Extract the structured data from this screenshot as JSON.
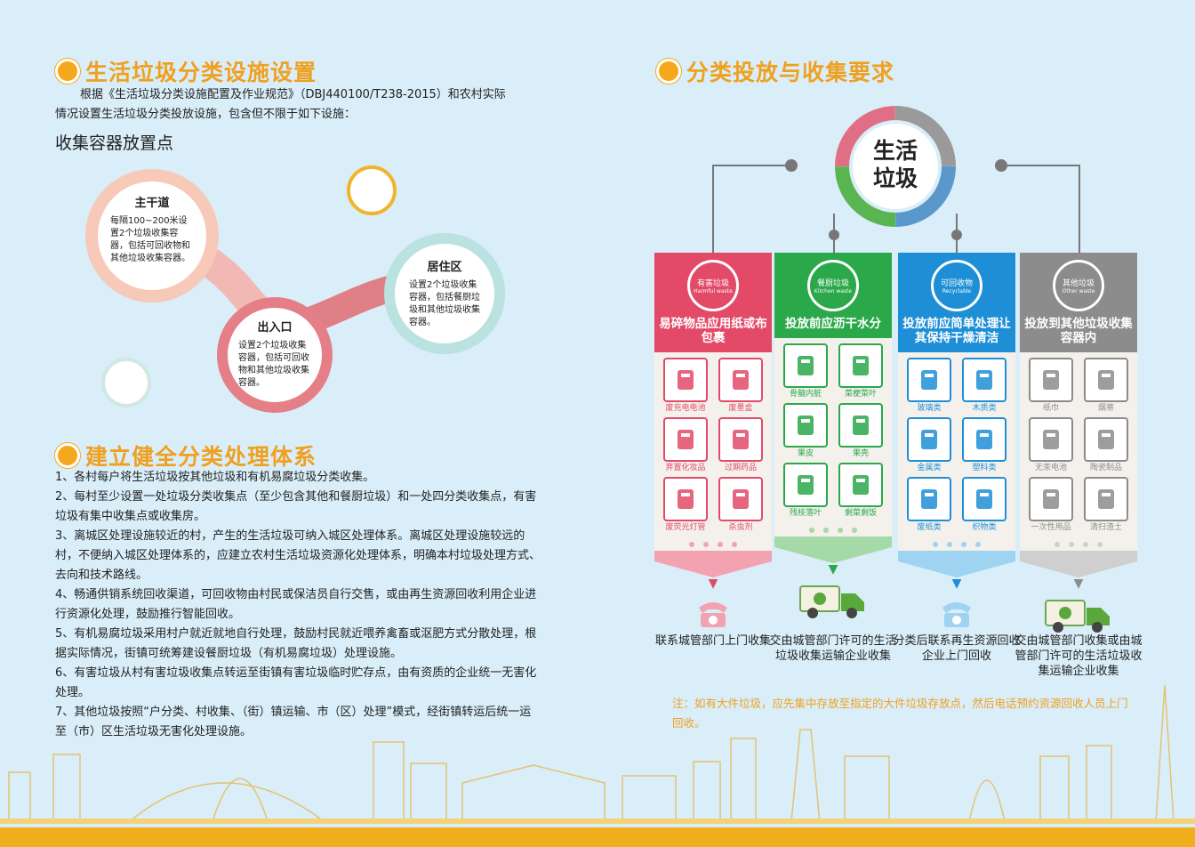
{
  "left": {
    "section1_title": "生活垃圾分类设施设置",
    "section1_intro_line1": "根据《生活垃圾分类设施配置及作业规范》（DBJ440100/T238-2015）和农村实际",
    "section1_intro_line2": "情况设置生活垃圾分类投放设施，包含但不限于如下设施：",
    "sub_heading": "收集容器放置点",
    "circles": [
      {
        "title": "主干道",
        "body": "每隔100~200米设置2个垃圾收集容器，包括可回收物和其他垃圾收集容器。"
      },
      {
        "title": "出入口",
        "body": "设置2个垃圾收集容器，包括可回收物和其他垃圾收集容器。"
      },
      {
        "title": "居住区",
        "body": "设置2个垃圾收集容器，包括餐厨垃圾和其他垃圾收集容器。"
      }
    ],
    "section2_title": "建立健全分类处理体系",
    "items": [
      "1、各村每户将生活垃圾按其他垃圾和有机易腐垃圾分类收集。",
      "2、每村至少设置一处垃圾分类收集点（至少包含其他和餐厨垃圾）和一处四分类收集点，有害垃圾有集中收集点或收集房。",
      "3、离城区处理设施较近的村，产生的生活垃圾可纳入城区处理体系。离城区处理设施较远的村，不便纳入城区处理体系的，应建立农村生活垃圾资源化处理体系，明确本村垃圾处理方式、去向和技术路线。",
      "4、畅通供销系统回收渠道，可回收物由村民或保洁员自行交售，或由再生资源回收利用企业进行资源化处理，鼓励推行智能回收。",
      "5、有机易腐垃圾采用村户就近就地自行处理，鼓励村民就近喂养禽畜或沤肥方式分散处理，根据实际情况，街镇可统筹建设餐厨垃圾（有机易腐垃圾）处理设施。",
      "6、有害垃圾从村有害垃圾收集点转运至街镇有害垃圾临时贮存点，由有资质的企业统一无害化处理。",
      "7、其他垃圾按照“户分类、村收集、（街）镇运输、市（区）处理”模式，经街镇转运后统一运至（市）区生活垃圾无害化处理设施。"
    ]
  },
  "right": {
    "section_title": "分类投放与收集要求",
    "hub_line1": "生活",
    "hub_line2": "垃圾",
    "columns": [
      {
        "badge": "有害垃圾",
        "badge_en": "Harmful waste",
        "band": "易碎物品应用纸或布包裹",
        "color": "#e34a68",
        "light": "#f3a2b2",
        "items": [
          "废充电电池",
          "废墨盒",
          "弃置化妆品",
          "过期药品",
          "废荧光灯管",
          "杀虫剂"
        ],
        "action": "联系城管部门上门收集",
        "icon": "phone-icon"
      },
      {
        "badge": "餐厨垃圾",
        "badge_en": "Kitchen waste",
        "band": "投放前应沥干水分",
        "color": "#2aa84a",
        "light": "#a5d9a8",
        "items": [
          "骨髓内脏",
          "菜梗菜叶",
          "果皮",
          "果壳",
          "残枝落叶",
          "剩菜剩饭"
        ],
        "action": "交由城管部门许可的生活垃圾收集运输企业收集",
        "icon": "truck-icon"
      },
      {
        "badge": "可回收物",
        "badge_en": "Recyclable",
        "band": "投放前应简单处理让其保持干燥清洁",
        "color": "#1e8fd6",
        "light": "#9fd3f2",
        "items": [
          "玻璃类",
          "木质类",
          "金属类",
          "塑料类",
          "废纸类",
          "织物类"
        ],
        "action": "分类后联系再生资源回收企业上门回收",
        "icon": "phone-icon"
      },
      {
        "badge": "其他垃圾",
        "badge_en": "Other waste",
        "band": "投放到其他垃圾收集容器内",
        "color": "#8c8c8c",
        "light": "#cfcfcf",
        "items": [
          "纸巾",
          "烟蒂",
          "无汞电池",
          "陶瓷制品",
          "一次性用品",
          "清扫渣土"
        ],
        "action": "交由城管部门收集或由城管部门许可的生活垃圾收集运输企业收集",
        "icon": "truck-icon"
      }
    ],
    "note": "注：如有大件垃圾，应先集中存放至指定的大件垃圾存放点，然后电话预约资源回收人员上门回收。"
  }
}
